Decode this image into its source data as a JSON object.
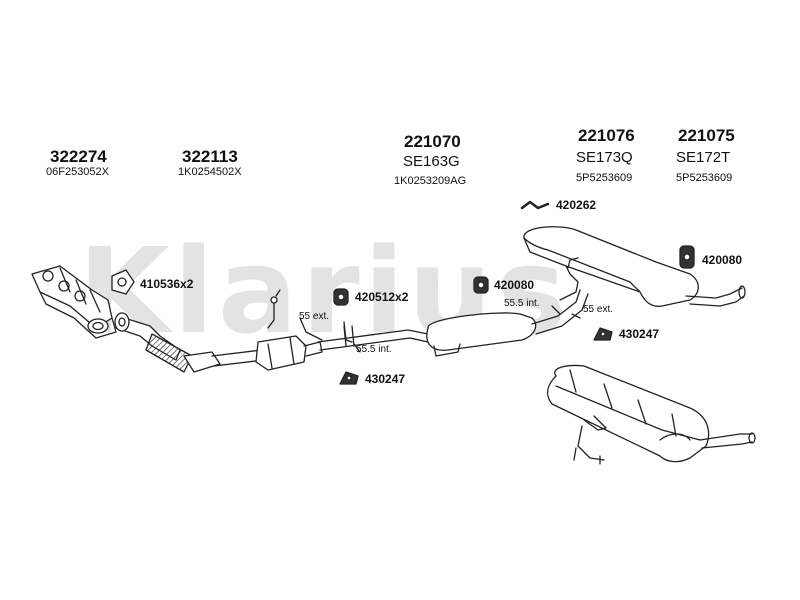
{
  "watermark": {
    "text": "Klarius"
  },
  "parts": [
    {
      "number": "322274",
      "oem": "06F253052X"
    },
    {
      "number": "322113",
      "oem": "1K0254502X"
    },
    {
      "number": "221070",
      "code": "SE163G",
      "oem": "1K0253209AG"
    },
    {
      "number": "221076",
      "code": "SE173Q",
      "oem": "5P5253609"
    },
    {
      "number": "221075",
      "code": "SE172T",
      "oem": "5P5253609"
    }
  ],
  "fittings": {
    "gasket": "410536x2",
    "rubber_front": "420512x2",
    "rubber_mid": "420080",
    "clamp_rear": "420262",
    "rubber_rear": "420080",
    "hanger_mid": "430247",
    "hanger_lower": "430247"
  },
  "dimensions": {
    "ext_front": "55 ext.",
    "int_front": "55.5 int.",
    "int_mid": "55.5 int.",
    "ext_mid": "55 ext."
  },
  "colors": {
    "line": "#222222",
    "fill": "#ffffff",
    "shade": "#bdbdbd",
    "watermark": "#e3e3e3"
  }
}
